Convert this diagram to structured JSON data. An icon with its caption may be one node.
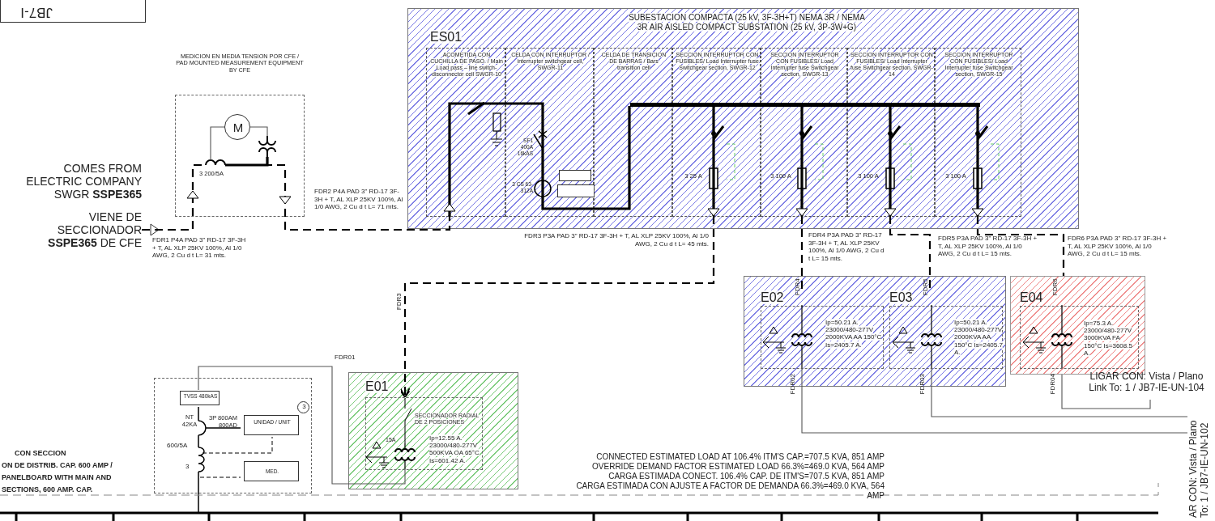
{
  "diagram": {
    "nodes": [
      {
        "text": [
          "JB7-I"
        ]
      },
      {
        "text": [
          "COMES FROM ELECTRIC COMPANY SWGR **SSPE365**",
          "VIENE DE SECCIONADOR **SSPE365** DE CFE"
        ]
      },
      {
        "text": [
          "MEDICION EN MEDIA TENSION POR CFE / PAD MOUNTED MEASUREMENT EQUIPMENT BY CFE"
        ]
      },
      {
        "text": [
          "M"
        ],
        "in": 2
      },
      {
        "text": [
          "ES01",
          "SUBESTACION COMPACTA (25 kV, 3F-3H+T) NEMA 3R / NEMA 3R AIR AISLED COMPACT SUBSTATION (25 kV, 3P-3W+G)"
        ]
      },
      {
        "text": [
          "ACOMETIDA CON CUCHILLA DE PASO. / Main Load pass – line switch-disconnector cell SWGR-10"
        ],
        "in": 4
      },
      {
        "text": [
          "CELDA CON INTERRUPTOR / interrupter switchgear cell, SWGR-11"
        ],
        "in": 4
      },
      {
        "text": [
          "CELDA DE TRANSICION DE BARRAS / Bars transition cell"
        ],
        "in": 4
      },
      {
        "text": [
          "SECCION INTERRUPTOR CON FUSIBLES/ Load Interrupter fuse Switchgear section, SWGR-12"
        ],
        "in": 4
      },
      {
        "text": [
          "SECCION INTERRUPTOR CON FUSIBLES/ Load Interrupter fuse Switchgear section, SWGR-13"
        ],
        "in": 4
      },
      {
        "text": [
          "SECCION INTERRUPTOR CON FUSIBLES/ Load Interrupter fuse Switchgear section, SWGR-14"
        ],
        "in": 4
      },
      {
        "text": [
          "SECCION INTERRUPTOR CON FUSIBLES/ Load Interrupter fuse Switchgear section, SWGR-15"
        ],
        "in": 4
      },
      {
        "text": [],
        "shape": "box",
        "in": 6
      },
      {
        "text": [],
        "shape": "box",
        "in": 6
      },
      {
        "text": [
          "E01"
        ]
      },
      {
        "text": [
          "SECCIONADOR RADIAL DE 2 POSICIONES",
          "Ip=12.55 A. 23000/480-277V 500KVA OA 65°C Is=601.42 A."
        ],
        "in": 14
      },
      {
        "text": [],
        "shape": "box"
      },
      {
        "text": [
          "E02",
          "Ip=50.21 A. 23000/480-277V 2000KVA AA 150°C Is=2405.7 A."
        ],
        "in": 16
      },
      {
        "text": [
          "E03",
          "Ip=50.21 A. 23000/480-277V 2000KVA AA 150°C Is=2405.7 A."
        ],
        "in": 16
      },
      {
        "text": [
          "E04"
        ]
      },
      {
        "text": [
          "Ip=75.3 A. 23000/480-277V 3000KVA FA 150°C Is=3608.5 A."
        ],
        "in": 19
      },
      {
        "text": [],
        "shape": "box"
      },
      {
        "text": [
          "TVSS 480kAS"
        ],
        "in": 21
      },
      {
        "text": [
          "UNIDAD / UNIT"
        ],
        "in": 21
      },
      {
        "text": [
          "MED."
        ],
        "in": 21
      },
      {
        "text": [
          "3"
        ],
        "in": 21
      },
      {
        "text": [
          "LIGAR CON: Vista / Plano Link To: 1 / JB7-IE-UN-104"
        ]
      },
      {
        "text": [
          "AR CON: Vista / Plano To: 1 / JB7-IE-UN-102"
        ]
      },
      {
        "text": [],
        "shape": "coil",
        "in": 2
      },
      {
        "text": [],
        "shape": "coil",
        "in": 2
      },
      {
        "text": [],
        "shape": "bar",
        "in": 4
      }
    ],
    "edges": [
      {
        "from": 1,
        "to": 28,
        "arrow": "to",
        "style": "dashed",
        "label": "FDR1 P4A PAD 3\" RD-17 3F-3H + T, AL XLP 25KV 100%, Al 1/0 AWG, 2 Cu d t L= 31 mts."
      },
      {
        "from": 28,
        "to": 5,
        "arrow": "to",
        "style": "dashed",
        "label": "FDR2 P4A PAD 3\" RD-17 3F-3H + T, AL XLP 25KV 100%, Al 1/0 AWG, 2 Cu d t L= 71 mts."
      },
      {
        "from": 8,
        "to": 15,
        "arrow": "to",
        "style": "dashed",
        "label": "FDR3 P3A PAD 3\" RD-17 3F-3H + T, AL XLP 25KV 100%, Al 1/0 AWG, 2 Cu d t L= 45 mts."
      },
      {
        "from": 9,
        "to": 17,
        "arrow": "none",
        "style": "dashed",
        "label": "FDR4 P3A PAD 3\" RD-17 3F-3H + T, AL XLP 25KV 100%, Al 1/0 AWG, 2 Cu d t L= 15 mts."
      },
      {
        "from": 10,
        "to": 18,
        "arrow": "none",
        "style": "dashed",
        "label": "FDR5 P3A PAD 3\" RD-17 3F-3H + T, AL XLP 25KV 100%, Al 1/0 AWG, 2 Cu d t L= 15 mts."
      },
      {
        "from": 11,
        "to": 19,
        "arrow": "none",
        "style": "dashed",
        "label": "FDR6 P3A PAD 3\" RD-17 3F-3H + T, AL XLP 25KV 100%, Al 1/0 AWG, 2 Cu d t L= 15 mts."
      },
      {
        "from": 15,
        "to": 22,
        "arrow": "none",
        "label": "FDR01",
        "color": "#555555"
      },
      {
        "from": 17,
        "to": 27,
        "arrow": "none",
        "label": "FDR02",
        "color": "#555555"
      },
      {
        "from": 18,
        "to": 27,
        "arrow": "none",
        "label": "FDR03",
        "color": "#555555"
      },
      {
        "from": 19,
        "to": 26,
        "arrow": "none",
        "label": "FDR04",
        "color": "#555555"
      },
      {
        "from": 3,
        "to": 28,
        "arrow": "none",
        "color": "#555555"
      },
      {
        "from": 3,
        "to": 29,
        "arrow": "none",
        "color": "#555555"
      },
      {
        "from": 28,
        "to": 29,
        "arrow": "none"
      },
      {
        "from": 5,
        "to": 6,
        "arrow": "to"
      },
      {
        "from": 30,
        "to": 8,
        "arrow": "to"
      },
      {
        "from": 30,
        "to": 9,
        "arrow": "to"
      },
      {
        "from": 30,
        "to": 10,
        "arrow": "to"
      },
      {
        "from": 30,
        "to": 11,
        "arrow": "to"
      },
      {
        "from": 6,
        "to": 7,
        "arrow": "none"
      },
      {
        "from": 7,
        "to": 30,
        "arrow": "none"
      }
    ],
    "labels": [
      "SF1 400A 16kAS",
      "3 CS 63-312A",
      "3 25 A",
      "3 100 A",
      "3 100 A",
      "3 100 A",
      "3 200/5A",
      "FDR3",
      "FDR4",
      "FDR5",
      "FDR6",
      "15A",
      "NT 42KA",
      "3P 800AM",
      "800AD",
      "600/5A",
      "3",
      "CON SECCION",
      "ON DE DISTRIB. CAP. 600 AMP /",
      "PANELBOARD WITH MAIN AND",
      "SECTIONS, 600 AMP. CAP.",
      "CONNECTED ESTIMATED LOAD AT 106.4% ITM'S CAP.=707.5 KVA, 851 AMP",
      "OVERRIDE DEMAND FACTOR ESTIMATED LOAD 66.3%=469.0 KVA, 564 AMP",
      "CARGA ESTIMADA CONECT. 106.4% CAP. DE ITM'S=707.5 KVA, 851 AMP",
      "CARGA ESTIMADA CON AJUSTE A FACTOR DE DEMANDA 66.3%=469.0 KVA, 564 AMP"
    ]
  }
}
